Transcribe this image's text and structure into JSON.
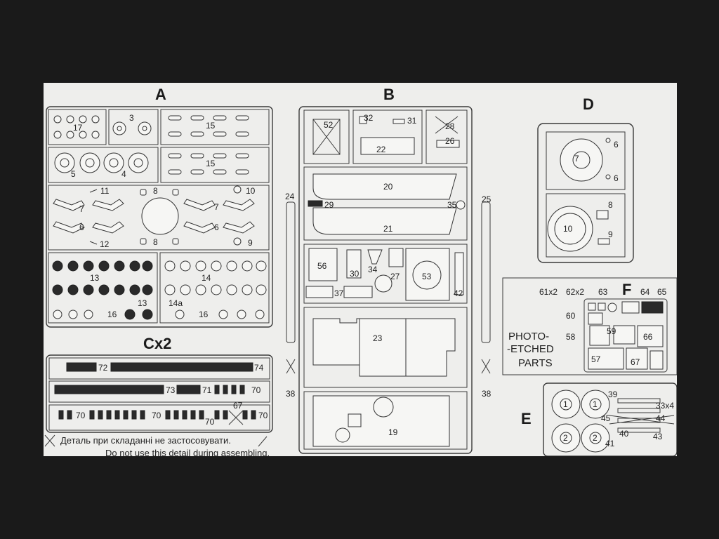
{
  "sprues": {
    "a": "A",
    "b": "B",
    "d": "D",
    "f": "F",
    "e": "E",
    "c": "Cx2"
  },
  "photo_etched": {
    "line1": "PHOTO-",
    "line2": "-ETCHED",
    "line3": "PARTS"
  },
  "notes": {
    "ukrainian": "Деталь при складанні не застосовувати.",
    "english": "Do not use this detail during assembling."
  },
  "labels_a": {
    "p17": "17",
    "p3": "3",
    "p15a": "15",
    "p15b": "15",
    "p5": "5",
    "p4": "4",
    "p11": "11",
    "p8a": "8",
    "p8b": "8",
    "p10": "10",
    "p7a": "7",
    "p7b": "7",
    "p6a": "6",
    "p6b": "6",
    "p12": "12",
    "p9": "9",
    "p13a": "13",
    "p13b": "13",
    "p14": "14",
    "p14a": "14a",
    "p16a": "16",
    "p16b": "16"
  },
  "labels_b": {
    "p52": "52",
    "p32": "32",
    "p31": "31",
    "p28": "28",
    "p22": "22",
    "p26": "26",
    "p20": "20",
    "p29": "29",
    "p35": "35",
    "p21": "21",
    "p56": "56",
    "p30": "30",
    "p34": "34",
    "p27": "27",
    "p53": "53",
    "p37": "37",
    "p42": "42",
    "p23": "23",
    "p19": "19",
    "p24": "24",
    "p25": "25",
    "p38a": "38",
    "p38b": "38"
  },
  "labels_c": {
    "p72": "72",
    "p74": "74",
    "p73": "73",
    "p71": "71",
    "p70a": "70",
    "p70b": "70",
    "p70c": "70",
    "p70d": "70",
    "p70e": "70",
    "p67": "67"
  },
  "labels_d": {
    "p7": "7",
    "p6a": "6",
    "p6b": "6",
    "p8": "8",
    "p10": "10",
    "p9": "9"
  },
  "labels_f": {
    "p61": "61x2",
    "p62": "62x2",
    "p63": "63",
    "p64": "64",
    "p65": "65",
    "p60": "60",
    "p58": "58",
    "p59": "59",
    "p66": "66",
    "p57": "57",
    "p67": "67"
  },
  "labels_e": {
    "p1a": "1",
    "p1b": "1",
    "p2a": "2",
    "p2b": "2",
    "p39": "39",
    "p33": "33x4",
    "p45": "45",
    "p44": "44",
    "p40": "40",
    "p41": "41",
    "p43": "43"
  }
}
